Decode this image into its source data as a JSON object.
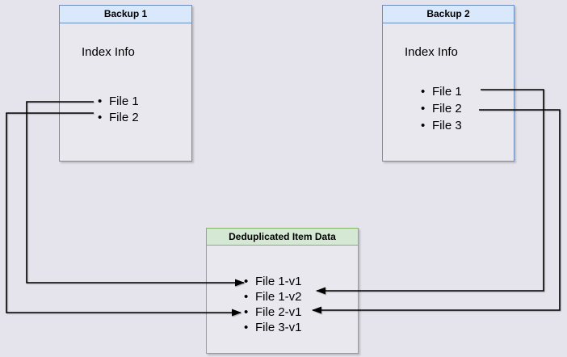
{
  "backup1": {
    "title": "Backup 1",
    "index_label": "Index Info",
    "files": [
      "File 1",
      "File 2"
    ]
  },
  "backup2": {
    "title": "Backup 2",
    "index_label": "Index Info",
    "files": [
      "File 1",
      "File 2",
      "File 3"
    ]
  },
  "dedup": {
    "title": "Deduplicated Item Data",
    "items": [
      "File 1-v1",
      "File 1-v2",
      "File 2-v1",
      "File 3-v1"
    ]
  },
  "colors": {
    "background": "#e5e4ec",
    "blue_box_fill": "#dae8fc",
    "blue_box_border": "#6c8ebf",
    "green_box_fill": "#d5e8d4",
    "green_box_border": "#82b366",
    "arrow": "#000000"
  },
  "connections": [
    {
      "from": "Backup 1 / File 1",
      "to": "File 1-v1"
    },
    {
      "from": "Backup 1 / File 2",
      "to": "File 2-v1"
    },
    {
      "from": "Backup 2 / File 1",
      "to": "File 1-v2"
    },
    {
      "from": "Backup 2 / File 2",
      "to": "File 2-v1"
    }
  ]
}
